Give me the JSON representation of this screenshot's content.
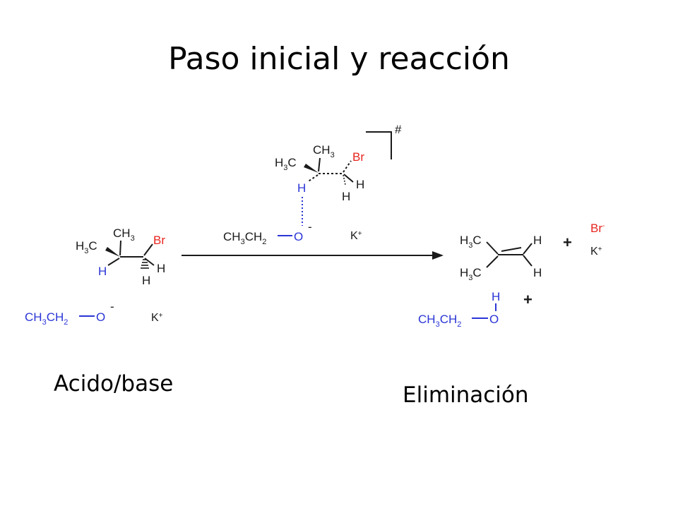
{
  "slide": {
    "title": "Paso inicial y reacción",
    "caption_left": "Acido/base",
    "caption_right": "Eliminación"
  },
  "colors": {
    "black": "#1a1a1a",
    "red": "#e8251f",
    "blue": "#2a35d6"
  },
  "scheme": {
    "transition_state": {
      "marker": "#",
      "groups": {
        "h3c": "H",
        "ch3": "CH",
        "br": "Br",
        "h_right": "H",
        "h_bottom": "H",
        "h_blue": "H",
        "k": "K"
      },
      "ethoxide": "CH3CH2—O⁻"
    },
    "reactant": {
      "groups": {
        "h3c": "H",
        "ch3": "CH",
        "br": "Br",
        "h_blue": "H",
        "h_right": "H",
        "h_bottom": "H"
      },
      "ethoxide": "CH3CH2—O⁻",
      "k": "K"
    },
    "products": {
      "alkene": {
        "h3c_top": "H",
        "h3c_bottom": "H",
        "h_top": "H",
        "h_bottom": "H"
      },
      "bromide": "Br",
      "k": "K",
      "ethanol_h": "H",
      "ethanol": "CH3CH2—O",
      "plus": "+"
    }
  }
}
